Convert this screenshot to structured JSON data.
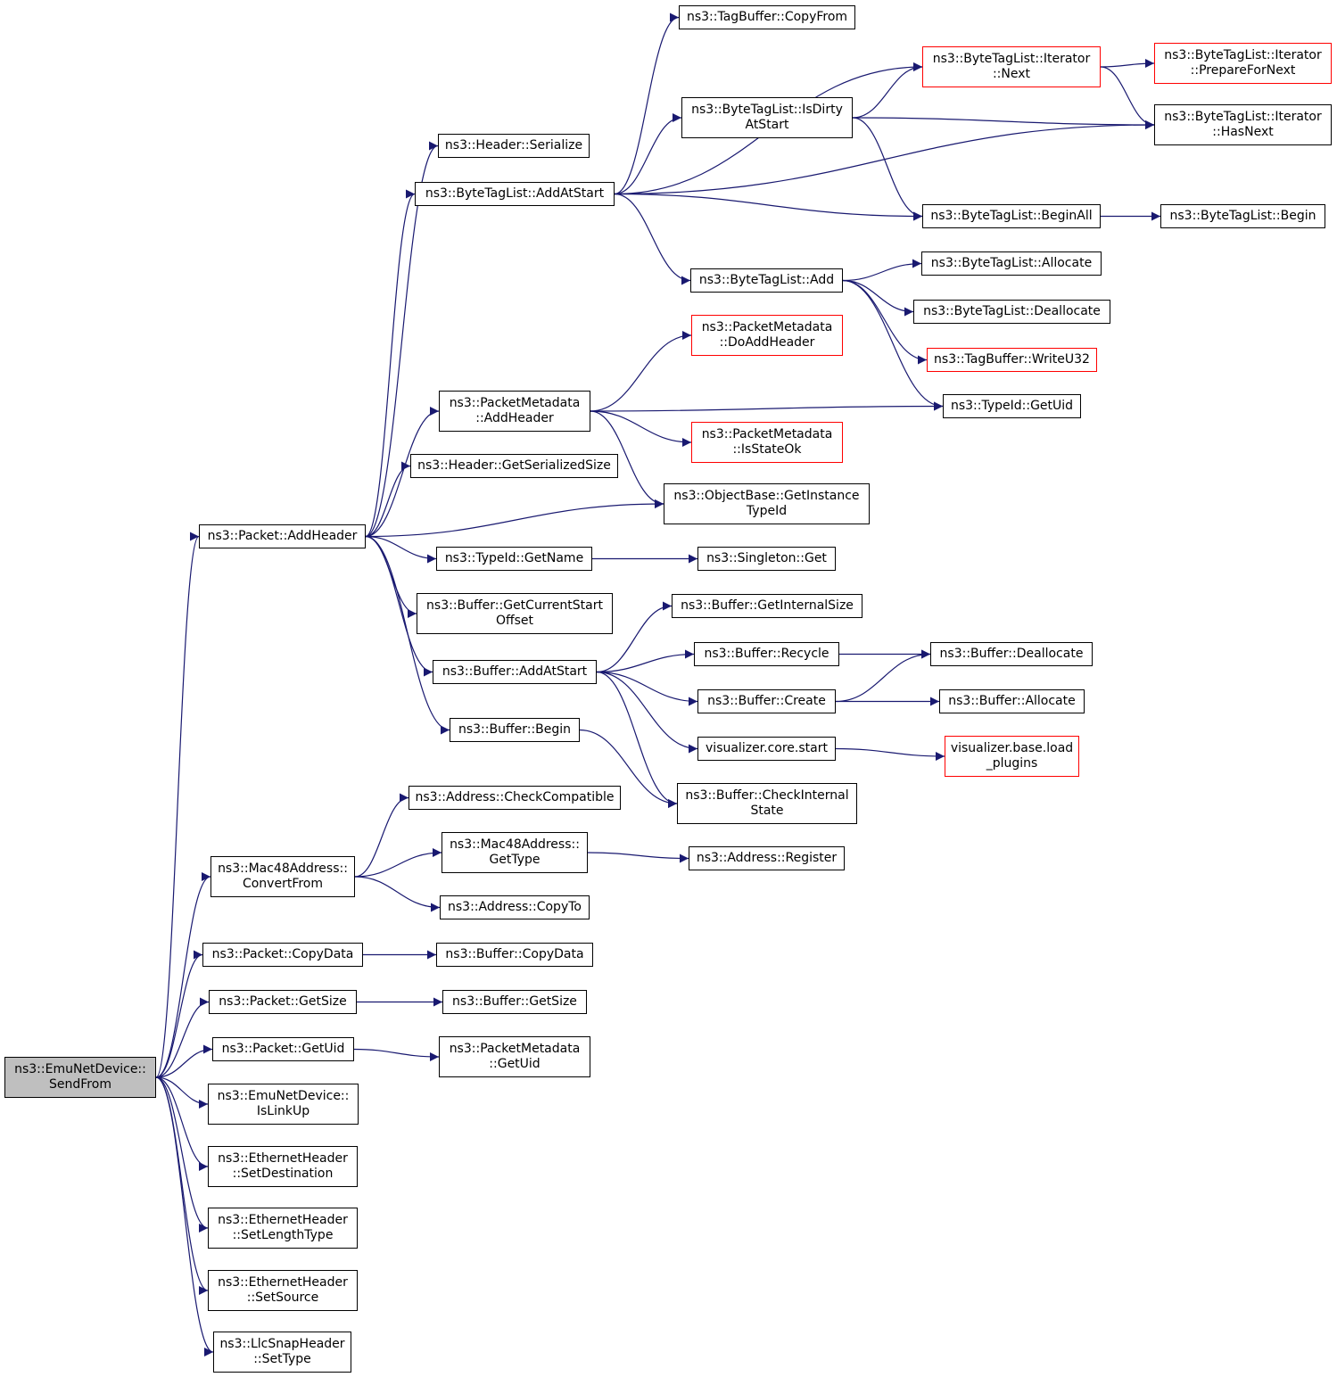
{
  "colors": {
    "edge": "#191970",
    "node_border": "#000000",
    "truncated_border": "#ff0000",
    "root_fill": "#bfbfbf"
  },
  "nodes": [
    {
      "id": "root",
      "lines": [
        "ns3::EmuNetDevice::",
        "SendFrom"
      ],
      "style": "root"
    },
    {
      "id": "packet_addheader",
      "lines": [
        "ns3::Packet::AddHeader"
      ]
    },
    {
      "id": "mac48_convertfrom",
      "lines": [
        "ns3::Mac48Address::",
        "ConvertFrom"
      ]
    },
    {
      "id": "packet_copydata",
      "lines": [
        "ns3::Packet::CopyData"
      ]
    },
    {
      "id": "packet_getsize",
      "lines": [
        "ns3::Packet::GetSize"
      ]
    },
    {
      "id": "packet_getuid",
      "lines": [
        "ns3::Packet::GetUid"
      ]
    },
    {
      "id": "emu_islinkup",
      "lines": [
        "ns3::EmuNetDevice::",
        "IsLinkUp"
      ]
    },
    {
      "id": "eth_setdestination",
      "lines": [
        "ns3::EthernetHeader",
        "::SetDestination"
      ]
    },
    {
      "id": "eth_setlengthtype",
      "lines": [
        "ns3::EthernetHeader",
        "::SetLengthType"
      ]
    },
    {
      "id": "eth_setsource",
      "lines": [
        "ns3::EthernetHeader",
        "::SetSource"
      ]
    },
    {
      "id": "llc_settype",
      "lines": [
        "ns3::LlcSnapHeader",
        "::SetType"
      ]
    },
    {
      "id": "header_serialize",
      "lines": [
        "ns3::Header::Serialize"
      ]
    },
    {
      "id": "btl_addatstart",
      "lines": [
        "ns3::ByteTagList::AddAtStart"
      ]
    },
    {
      "id": "pm_addheader",
      "lines": [
        "ns3::PacketMetadata",
        "::AddHeader"
      ]
    },
    {
      "id": "header_getserializedsize",
      "lines": [
        "ns3::Header::GetSerializedSize"
      ]
    },
    {
      "id": "typeid_getname",
      "lines": [
        "ns3::TypeId::GetName"
      ]
    },
    {
      "id": "buffer_getcurrentstartoffset",
      "lines": [
        "ns3::Buffer::GetCurrentStart",
        "Offset"
      ]
    },
    {
      "id": "buffer_addatstart",
      "lines": [
        "ns3::Buffer::AddAtStart"
      ]
    },
    {
      "id": "buffer_begin",
      "lines": [
        "ns3::Buffer::Begin"
      ]
    },
    {
      "id": "address_checkcompatible",
      "lines": [
        "ns3::Address::CheckCompatible"
      ]
    },
    {
      "id": "mac48_gettype",
      "lines": [
        "ns3::Mac48Address::",
        "GetType"
      ]
    },
    {
      "id": "address_copyto",
      "lines": [
        "ns3::Address::CopyTo"
      ]
    },
    {
      "id": "buffer_copydata",
      "lines": [
        "ns3::Buffer::CopyData"
      ]
    },
    {
      "id": "buffer_getsize",
      "lines": [
        "ns3::Buffer::GetSize"
      ]
    },
    {
      "id": "pm_getuid",
      "lines": [
        "ns3::PacketMetadata",
        "::GetUid"
      ]
    },
    {
      "id": "tagbuffer_copyfrom",
      "lines": [
        "ns3::TagBuffer::CopyFrom"
      ]
    },
    {
      "id": "btl_isdirtyatstart",
      "lines": [
        "ns3::ByteTagList::IsDirty",
        "AtStart"
      ]
    },
    {
      "id": "btl_add",
      "lines": [
        "ns3::ByteTagList::Add"
      ]
    },
    {
      "id": "pm_doaddheader",
      "lines": [
        "ns3::PacketMetadata",
        "::DoAddHeader"
      ],
      "style": "red"
    },
    {
      "id": "pm_isstateok",
      "lines": [
        "ns3::PacketMetadata",
        "::IsStateOk"
      ],
      "style": "red"
    },
    {
      "id": "objectbase_getinstancetypeid",
      "lines": [
        "ns3::ObjectBase::GetInstance",
        "TypeId"
      ]
    },
    {
      "id": "singleton_get",
      "lines": [
        "ns3::Singleton::Get"
      ]
    },
    {
      "id": "buffer_getinternalsize",
      "lines": [
        "ns3::Buffer::GetInternalSize"
      ]
    },
    {
      "id": "buffer_recycle",
      "lines": [
        "ns3::Buffer::Recycle"
      ]
    },
    {
      "id": "buffer_create",
      "lines": [
        "ns3::Buffer::Create"
      ]
    },
    {
      "id": "viz_core_start",
      "lines": [
        "visualizer.core.start"
      ]
    },
    {
      "id": "buffer_checkinternalstate",
      "lines": [
        "ns3::Buffer::CheckInternal",
        "State"
      ]
    },
    {
      "id": "address_register",
      "lines": [
        "ns3::Address::Register"
      ]
    },
    {
      "id": "btl_iter_next",
      "lines": [
        "ns3::ByteTagList::Iterator",
        "::Next"
      ],
      "style": "red"
    },
    {
      "id": "btl_beginall",
      "lines": [
        "ns3::ByteTagList::BeginAll"
      ]
    },
    {
      "id": "btl_allocate",
      "lines": [
        "ns3::ByteTagList::Allocate"
      ]
    },
    {
      "id": "btl_deallocate",
      "lines": [
        "ns3::ByteTagList::Deallocate"
      ]
    },
    {
      "id": "tagbuffer_writeu32",
      "lines": [
        "ns3::TagBuffer::WriteU32"
      ],
      "style": "red"
    },
    {
      "id": "typeid_getuid",
      "lines": [
        "ns3::TypeId::GetUid"
      ]
    },
    {
      "id": "buffer_deallocate",
      "lines": [
        "ns3::Buffer::Deallocate"
      ]
    },
    {
      "id": "buffer_allocate",
      "lines": [
        "ns3::Buffer::Allocate"
      ]
    },
    {
      "id": "viz_base_loadplugins",
      "lines": [
        "visualizer.base.load",
        "_plugins"
      ],
      "style": "red"
    },
    {
      "id": "btl_iter_preparefornext",
      "lines": [
        "ns3::ByteTagList::Iterator",
        "::PrepareForNext"
      ],
      "style": "red"
    },
    {
      "id": "btl_iter_hasnext",
      "lines": [
        "ns3::ByteTagList::Iterator",
        "::HasNext"
      ]
    },
    {
      "id": "btl_begin",
      "lines": [
        "ns3::ByteTagList::Begin"
      ]
    }
  ],
  "edges": [
    [
      "root",
      "packet_addheader"
    ],
    [
      "root",
      "mac48_convertfrom"
    ],
    [
      "root",
      "packet_copydata"
    ],
    [
      "root",
      "packet_getsize"
    ],
    [
      "root",
      "packet_getuid"
    ],
    [
      "root",
      "emu_islinkup"
    ],
    [
      "root",
      "eth_setdestination"
    ],
    [
      "root",
      "eth_setlengthtype"
    ],
    [
      "root",
      "eth_setsource"
    ],
    [
      "root",
      "llc_settype"
    ],
    [
      "packet_addheader",
      "header_serialize"
    ],
    [
      "packet_addheader",
      "btl_addatstart"
    ],
    [
      "packet_addheader",
      "pm_addheader"
    ],
    [
      "packet_addheader",
      "header_getserializedsize"
    ],
    [
      "packet_addheader",
      "objectbase_getinstancetypeid"
    ],
    [
      "packet_addheader",
      "typeid_getname"
    ],
    [
      "packet_addheader",
      "buffer_getcurrentstartoffset"
    ],
    [
      "packet_addheader",
      "buffer_addatstart"
    ],
    [
      "packet_addheader",
      "buffer_begin"
    ],
    [
      "btl_addatstart",
      "tagbuffer_copyfrom"
    ],
    [
      "btl_addatstart",
      "btl_iter_next"
    ],
    [
      "btl_addatstart",
      "btl_isdirtyatstart"
    ],
    [
      "btl_addatstart",
      "btl_iter_hasnext"
    ],
    [
      "btl_addatstart",
      "btl_beginall"
    ],
    [
      "btl_addatstart",
      "btl_add"
    ],
    [
      "btl_isdirtyatstart",
      "btl_iter_next"
    ],
    [
      "btl_isdirtyatstart",
      "btl_iter_hasnext"
    ],
    [
      "btl_isdirtyatstart",
      "btl_beginall"
    ],
    [
      "btl_iter_next",
      "btl_iter_preparefornext"
    ],
    [
      "btl_iter_next",
      "btl_iter_hasnext"
    ],
    [
      "btl_beginall",
      "btl_begin"
    ],
    [
      "btl_add",
      "btl_allocate"
    ],
    [
      "btl_add",
      "btl_deallocate"
    ],
    [
      "btl_add",
      "tagbuffer_writeu32"
    ],
    [
      "btl_add",
      "typeid_getuid"
    ],
    [
      "pm_addheader",
      "pm_doaddheader"
    ],
    [
      "pm_addheader",
      "typeid_getuid"
    ],
    [
      "pm_addheader",
      "pm_isstateok"
    ],
    [
      "pm_addheader",
      "objectbase_getinstancetypeid"
    ],
    [
      "typeid_getname",
      "singleton_get"
    ],
    [
      "buffer_addatstart",
      "buffer_getinternalsize"
    ],
    [
      "buffer_addatstart",
      "buffer_recycle"
    ],
    [
      "buffer_addatstart",
      "buffer_create"
    ],
    [
      "buffer_addatstart",
      "viz_core_start"
    ],
    [
      "buffer_addatstart",
      "buffer_checkinternalstate"
    ],
    [
      "buffer_recycle",
      "buffer_deallocate"
    ],
    [
      "buffer_create",
      "buffer_deallocate"
    ],
    [
      "buffer_create",
      "buffer_allocate"
    ],
    [
      "viz_core_start",
      "viz_base_loadplugins"
    ],
    [
      "buffer_begin",
      "buffer_checkinternalstate"
    ],
    [
      "mac48_convertfrom",
      "address_checkcompatible"
    ],
    [
      "mac48_convertfrom",
      "mac48_gettype"
    ],
    [
      "mac48_convertfrom",
      "address_copyto"
    ],
    [
      "mac48_gettype",
      "address_register"
    ],
    [
      "packet_copydata",
      "buffer_copydata"
    ],
    [
      "packet_getsize",
      "buffer_getsize"
    ],
    [
      "packet_getuid",
      "pm_getuid"
    ]
  ]
}
